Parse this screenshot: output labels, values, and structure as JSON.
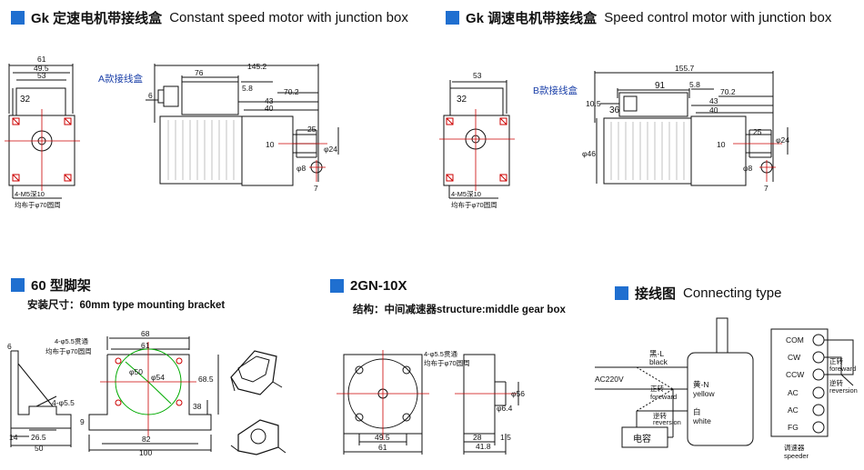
{
  "headers": {
    "h1_bold": "Gk 定速电机带接线盒",
    "h1_en": "Constant speed motor with junction box",
    "h2_bold": "Gk 调速电机带接线盒",
    "h2_en": "Speed control motor with junction box",
    "h3_bold": "60 型脚架",
    "h3_sub": "安装尺寸：60mm type mounting bracket",
    "h4_bold": "2GN-10X",
    "h4_sub": "结构：中间减速器structure:middle gear box",
    "h5_bold": "接线图",
    "h5_en": "Connecting type"
  },
  "const_motor": {
    "box_label": "A款接线盒",
    "front": {
      "d61": "61",
      "d49": "49.5",
      "d53": "53",
      "d32": "32",
      "holes": "4-M5深10",
      "holes2": "均布于φ70圆周"
    },
    "side": {
      "d76": "76",
      "d145": "145.2",
      "d58": "5.8",
      "d702": "70.2",
      "d43": "43",
      "d40": "40",
      "d6": "6",
      "d25": "25",
      "d10": "10",
      "phi24": "φ24",
      "phi8": "φ8",
      "d7": "7"
    }
  },
  "speed_motor": {
    "box_label": "B款接线盒",
    "front": {
      "d53": "53",
      "d32": "32",
      "holes": "4-M5深10",
      "holes2": "均布于φ70圆周"
    },
    "side": {
      "d1557": "155.7",
      "d91": "91",
      "d58": "5.8",
      "d702": "70.2",
      "d105": "10.5",
      "d36": "36",
      "d43": "43",
      "d40": "40",
      "d25": "25",
      "phi24": "φ24",
      "d10": "10",
      "phi46": "φ46",
      "phi8": "φ8",
      "d7": "7"
    }
  },
  "bracket": {
    "d6": "6",
    "d14": "14",
    "d265": "26.5",
    "d50": "50",
    "phi55": "4-φ5.5",
    "holes1": "4-φ5.5贯通",
    "holes2": "均布于φ70圆周",
    "d68": "68",
    "d61": "61",
    "phi50": "φ50",
    "phi54": "φ54",
    "d685": "68.5",
    "d38": "38",
    "d9": "9",
    "d82": "82",
    "d100": "100"
  },
  "gearbox": {
    "holes1": "4-φ5.5贯通",
    "holes2": "均布于φ70圆周",
    "d495": "49.5",
    "d61": "61",
    "phi56": "φ56",
    "phi64": "φ6.4",
    "d28": "28",
    "d15": "1.5",
    "d418": "41.8"
  },
  "wiring": {
    "black_cn": "黑-L",
    "black_en": "black",
    "ac": "AC220V",
    "fwd_cn": "正转",
    "fwd_en": "foreward",
    "rev_cn": "逆转",
    "rev_en": "reversion",
    "yellow_cn": "黄-N",
    "yellow_en": "yellow",
    "white_cn": "白",
    "white_en": "white",
    "cap": "电容",
    "terminals": [
      "COM",
      "CW",
      "CCW",
      "AC",
      "AC",
      "FG"
    ],
    "fwd2_cn": "正转",
    "fwd2_en": "foreward",
    "rev2_cn": "逆转",
    "rev2_en": "reversion",
    "speeder_cn": "调速器",
    "speeder_en": "speeder"
  }
}
